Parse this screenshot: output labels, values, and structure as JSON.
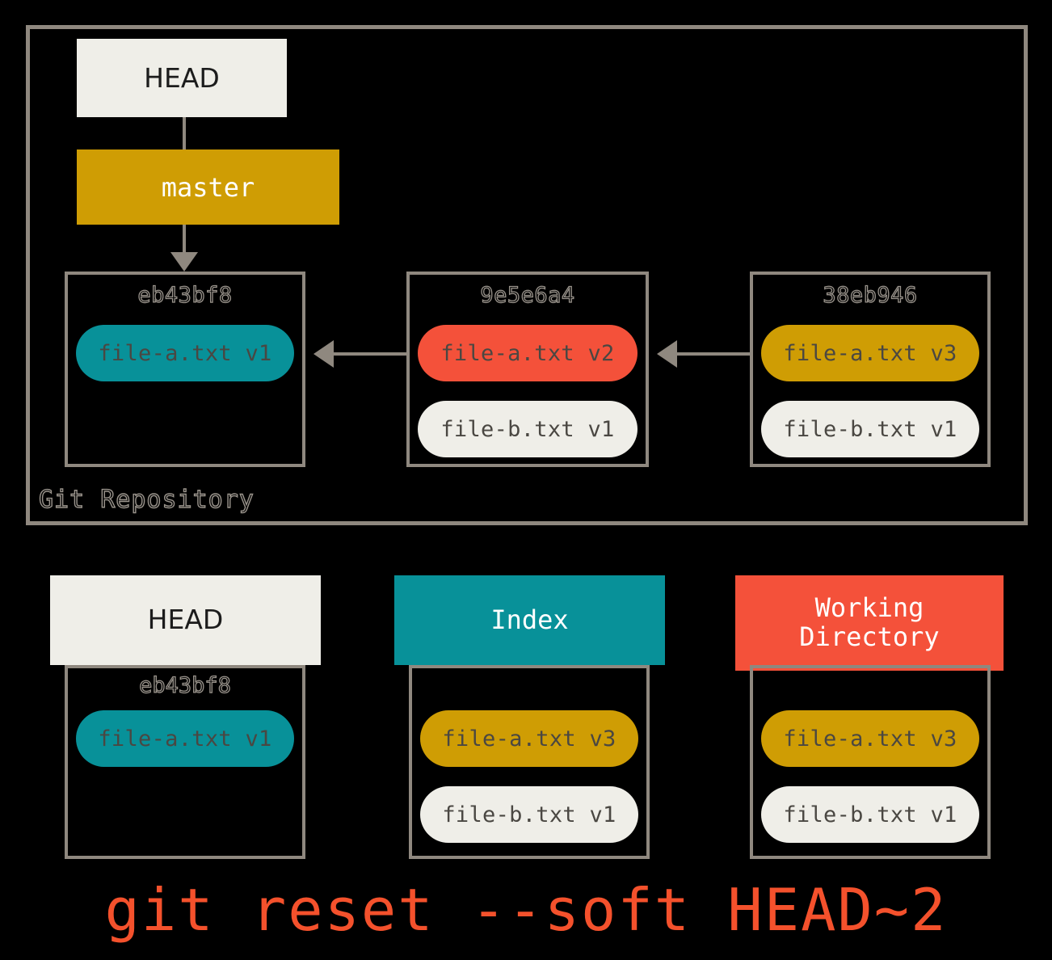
{
  "diagram": {
    "title": "git reset --soft HEAD~2",
    "caption": "git reset --soft HEAD~2",
    "repository": {
      "label": "Git Repository",
      "refs": {
        "head_label": "HEAD",
        "branch_label": "master"
      },
      "commits": [
        {
          "id": "eb43bf8",
          "files": [
            {
              "name": "file-a.txt v1",
              "color": "#089199"
            }
          ]
        },
        {
          "id": "9e5e6a4",
          "files": [
            {
              "name": "file-a.txt v2",
              "color": "#f4513a"
            },
            {
              "name": "file-b.txt v1",
              "color": "#efeee8"
            }
          ]
        },
        {
          "id": "38eb946",
          "files": [
            {
              "name": "file-a.txt v3",
              "color": "#cf9d04"
            },
            {
              "name": "file-b.txt v1",
              "color": "#efeee8"
            }
          ]
        }
      ]
    },
    "panels": [
      {
        "header": "HEAD",
        "header_bg": "#efeee8",
        "header_fg": "#1c1c1c",
        "commit_id": "eb43bf8",
        "files": [
          {
            "name": "file-a.txt v1",
            "color": "#089199"
          }
        ]
      },
      {
        "header": "Index",
        "header_bg": "#089199",
        "header_fg": "#ffffff",
        "commit_id": "",
        "files": [
          {
            "name": "file-a.txt v3",
            "color": "#cf9d04"
          },
          {
            "name": "file-b.txt v1",
            "color": "#efeee8"
          }
        ]
      },
      {
        "header_line1": "Working",
        "header_line2": "Directory",
        "header": "Working Directory",
        "header_bg": "#f4513a",
        "header_fg": "#ffffff",
        "commit_id": "",
        "files": [
          {
            "name": "file-a.txt v3",
            "color": "#cf9d04"
          },
          {
            "name": "file-b.txt v1",
            "color": "#efeee8"
          }
        ]
      }
    ],
    "colors": {
      "background": "#000000",
      "frame": "#8f887f",
      "teal": "#089199",
      "red": "#f4513a",
      "gold": "#cf9d04",
      "cream": "#efeee8",
      "caption": "#f4512c"
    }
  }
}
